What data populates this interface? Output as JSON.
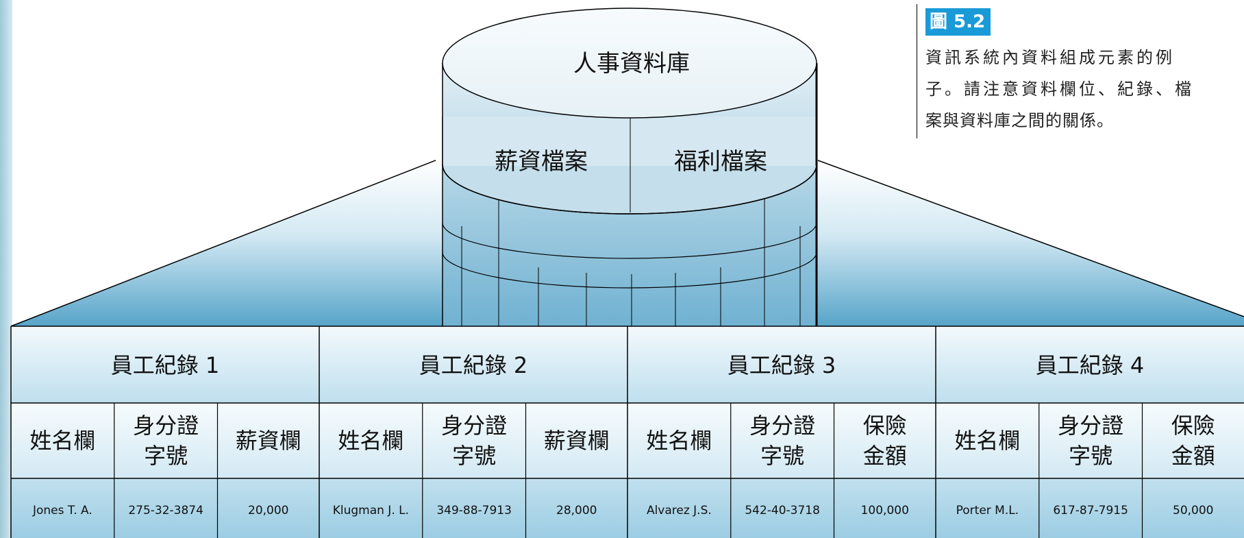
{
  "database": {
    "title": "人事資料庫",
    "files": [
      "薪資檔案",
      "福利檔案"
    ]
  },
  "figure": {
    "badge": "圖 5.2",
    "caption_lines": [
      "資訊系統內資料組成元素的例",
      "子。請注意資料欄位、紀錄、檔",
      "案與資料庫之間的關係。"
    ]
  },
  "records": [
    {
      "title": "員工紀錄 1",
      "fields": [
        {
          "label": [
            "姓名欄"
          ],
          "value": "Jones T. A."
        },
        {
          "label": [
            "身分證",
            "字號"
          ],
          "value": "275-32-3874"
        },
        {
          "label": [
            "薪資欄"
          ],
          "value": "20,000"
        }
      ]
    },
    {
      "title": "員工紀錄 2",
      "fields": [
        {
          "label": [
            "姓名欄"
          ],
          "value": "Klugman J. L."
        },
        {
          "label": [
            "身分證",
            "字號"
          ],
          "value": "349-88-7913"
        },
        {
          "label": [
            "薪資欄"
          ],
          "value": "28,000"
        }
      ]
    },
    {
      "title": "員工紀錄 3",
      "fields": [
        {
          "label": [
            "姓名欄"
          ],
          "value": "Alvarez J.S."
        },
        {
          "label": [
            "身分證",
            "字號"
          ],
          "value": "542-40-3718"
        },
        {
          "label": [
            "保險",
            "金額"
          ],
          "value": "100,000"
        }
      ]
    },
    {
      "title": "員工紀錄 4",
      "fields": [
        {
          "label": [
            "姓名欄"
          ],
          "value": "Porter M.L."
        },
        {
          "label": [
            "身分證",
            "字號"
          ],
          "value": "617-87-7915"
        },
        {
          "label": [
            "保險",
            "金額"
          ],
          "value": "50,000"
        }
      ]
    }
  ]
}
